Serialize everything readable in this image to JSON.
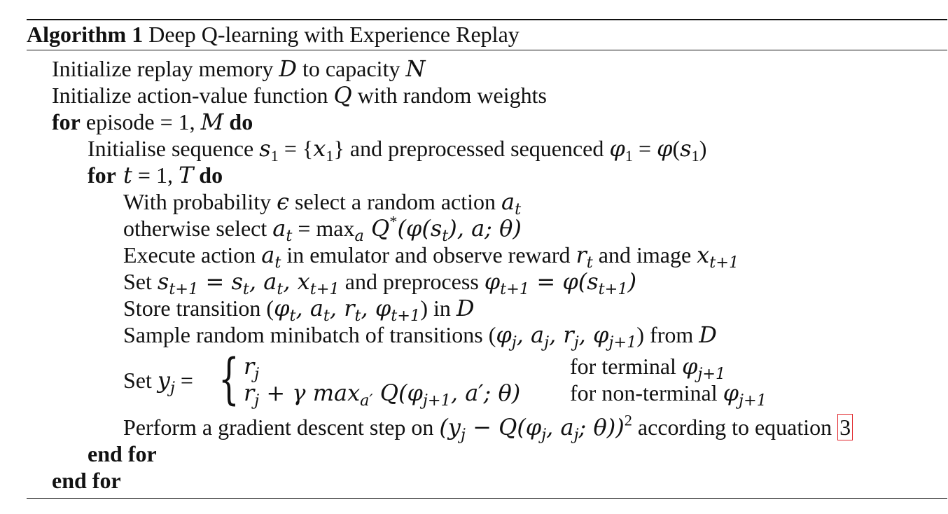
{
  "caption": {
    "label": "Algorithm 1",
    "title": "Deep Q-learning with Experience Replay"
  },
  "lines": {
    "init_memory": {
      "pre": "Initialize replay memory ",
      "D": "D",
      "mid": " to capacity ",
      "N": "N"
    },
    "init_q": {
      "pre": "Initialize action-value function ",
      "Q": "Q",
      "post": " with random weights"
    },
    "for_episode": {
      "kw_for": "for",
      "text": " episode = 1, ",
      "M": "M",
      "kw_do": " do"
    },
    "init_seq": {
      "pre": "Initialise sequence ",
      "s1": "s",
      "s1_sub": "1",
      "eq1": " = {",
      "x1": "x",
      "x1_sub": "1",
      "close": "}",
      "mid": " and preprocessed sequenced ",
      "phi1": "φ",
      "phi1_sub": "1",
      "eq2": " = ",
      "phi": "φ",
      "open": "(",
      "s": "s",
      "s_sub": "1",
      "close2": ")"
    },
    "for_t": {
      "kw_for": "for",
      "t": " t",
      "text": " = 1, ",
      "T": "T",
      "kw_do": " do"
    },
    "with_prob": {
      "pre": "With probability ",
      "eps": "ϵ",
      "mid": " select a random action ",
      "a": "a",
      "a_sub": "t"
    },
    "otherwise": {
      "pre": "otherwise select ",
      "a": "a",
      "a_sub": "t",
      "eq": " = max",
      "max_sub": "a",
      "Q": " Q",
      "star": "*",
      "args": "(φ(s",
      "args_sub": "t",
      "args_end": "), a; θ)"
    },
    "execute": {
      "pre": "Execute action ",
      "a": "a",
      "a_sub": "t",
      "mid": " in emulator and observe reward ",
      "r": "r",
      "r_sub": "t",
      "mid2": " and image ",
      "x": "x",
      "x_sub": "t+1"
    },
    "set_s": {
      "pre": "Set ",
      "s": "s",
      "s_sub": "t+1",
      "eq": " = s",
      "eq_sub": "t",
      "c1": ", a",
      "c1_sub": "t",
      "c2": ", x",
      "c2_sub": "t+1",
      "mid": " and preprocess ",
      "phi": "φ",
      "phi_sub": "t+1",
      "eq2": " = φ(s",
      "eq2_sub": "t+1",
      "end": ")"
    },
    "store": {
      "pre": "Store transition (",
      "phi": "φ",
      "phi_sub": "t",
      "c1": ", a",
      "c1_sub": "t",
      "c2": ", r",
      "c2_sub": "t",
      "c3": ", φ",
      "c3_sub": "t+1",
      "end": ") in ",
      "D": "D"
    },
    "sample": {
      "pre": "Sample random minibatch of transitions (",
      "phi": "φ",
      "phi_sub": "j",
      "c1": ", a",
      "c1_sub": "j",
      "c2": ", r",
      "c2_sub": "j",
      "c3": ", φ",
      "c3_sub": "j+1",
      "end": ") from ",
      "D": "D"
    },
    "set_y": {
      "pre": "Set ",
      "y": "y",
      "y_sub": "j",
      "eq": " =",
      "case1_expr": "r",
      "case1_sub": "j",
      "case1_cond": "for terminal ",
      "case1_phi": "φ",
      "case1_phi_sub": "j+1",
      "case2_r": "r",
      "case2_r_sub": "j",
      "case2_plus": " + γ max",
      "case2_max_sub": "a′",
      "case2_rest": " Q(φ",
      "case2_rest_sub": "j+1",
      "case2_end": ", a′; θ)",
      "case2_cond": "for non-terminal ",
      "case2_phi": "φ",
      "case2_phi_sub": "j+1"
    },
    "gradient": {
      "pre": "Perform a gradient descent step on ",
      "expr_open": "(y",
      "expr_open_sub": "j",
      "expr_mid": " − Q(φ",
      "expr_mid_sub": "j",
      "expr_a": ", a",
      "expr_a_sub": "j",
      "expr_end": "; θ))",
      "sq": "2",
      "post": " according to equation ",
      "ref": "3"
    },
    "end_for_inner": {
      "kw": "end for"
    },
    "end_for_outer": {
      "kw": "end for"
    }
  },
  "colors": {
    "text": "#111111",
    "rule": "#111111",
    "eqref_border": "#e0262b"
  }
}
